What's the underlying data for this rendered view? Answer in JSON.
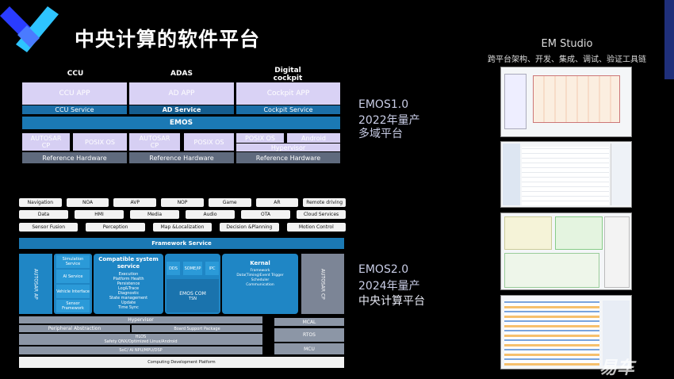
{
  "title": "中央计算的软件平台",
  "em_studio": {
    "title": "EM Studio",
    "subtitle": "跨平台架构、开发、集成、调试、验证工具链"
  },
  "emos1": {
    "columns": [
      {
        "header": "CCU",
        "app": "CCU APP",
        "service": "CCU Service",
        "os": [
          "AUTOSAR\nCP",
          "POSIX OS"
        ],
        "hw": "Reference Hardware"
      },
      {
        "header": "ADAS",
        "app": "AD APP",
        "service": "AD Service",
        "os": [
          "AUTOSAR\nCP",
          "POSIX OS"
        ],
        "hw": "Reference Hardware"
      },
      {
        "header": "Digital\ncockpit",
        "app": "Cockpit APP",
        "service": "Cockpit Service",
        "os": [
          "POSIX OS",
          "Android"
        ],
        "hypervisor": "Hypervisor",
        "hw": "Reference Hardware"
      }
    ],
    "emos_bar": "EMOS",
    "label": [
      "EMOS1.0",
      "2022年量产",
      "多域平台"
    ]
  },
  "emos2": {
    "apps_row1": [
      "Navigation",
      "NOA",
      "AVP",
      "NOP",
      "Game",
      "AR",
      "Remote driving"
    ],
    "apps_row2": [
      "Data",
      "HMI",
      "Media",
      "Audio",
      "OTA",
      "Cloud Services"
    ],
    "apps_row3": [
      "Sensor Fusion",
      "Perception",
      "Map &Localization",
      "Decision &Planning",
      "Motion Control"
    ],
    "framework_service": "Framework Service",
    "autosar_ap": "AUTOSAR AP",
    "services": [
      "Simulation Service",
      "AI Service",
      "Vehicle Interface",
      "Sensor Framework"
    ],
    "compatible": {
      "title": "Compatible system service",
      "items": [
        "Execution",
        "Platform Health",
        "Persistence",
        "Log&Trace",
        "Diagnostic",
        "State management",
        "Update",
        "Time Sync"
      ]
    },
    "middleware": [
      "DDS",
      "SOME/IP",
      "IPC"
    ],
    "emos_com": [
      "EMOS COM",
      "TSN"
    ],
    "kernal": {
      "title": "Kernal",
      "items": [
        "Framework",
        "Data(Timing)Event  Trigger",
        "Scheduler",
        "Communication"
      ]
    },
    "autosar_cp": "AUTOSAR CP",
    "hypervisor": "Hypervisor",
    "peripheral": "Peripheral Abstraction",
    "bsp": "Board Support Package",
    "hlos": [
      "HLOS",
      "Safety QNX/Optimized  Linux/Android"
    ],
    "soc": "SoC/ AI NPU/MPU/DSP",
    "mcal": "MCAL",
    "rtos": "RTOS",
    "mcu": "MCU",
    "cdp": "Computing Development Platform",
    "label": [
      "EMOS2.0",
      "2024年量产",
      "中央计算平台"
    ]
  },
  "watermark": "易车"
}
